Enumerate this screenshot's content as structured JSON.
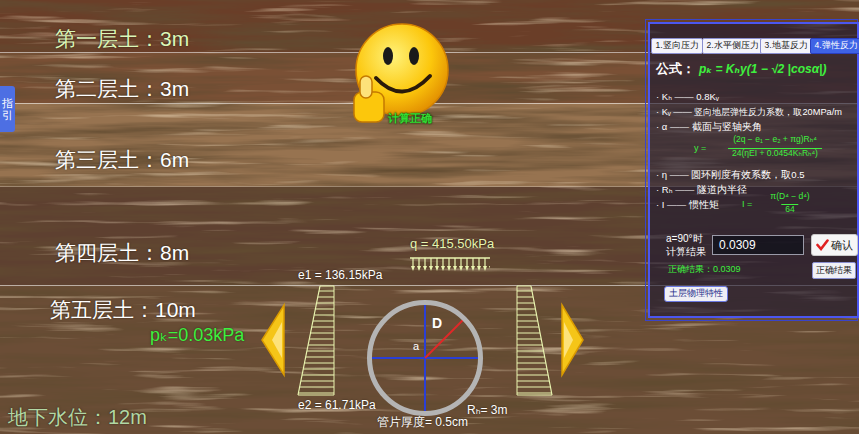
{
  "diagram": {
    "nodes": [
      {
        "text": [
          "指引"
        ]
      },
      {
        "text": [
          "计算正确"
        ]
      },
      {
        "text": [
          "公式：",
          "pₖ = Kₕy(1 − √2 |cosα|)",
          "· Kₕ —— 0.8Kᵥ",
          "· Kᵥ —— 竖向地层弹性反力系数，取20MPa/m",
          "· α —— 截面与竖轴夹角",
          "y =",
          "(2q − e₁ − e₂ + πg)Rₕ⁴",
          "24(ηEI + 0.0454KₕRₕ⁴)",
          "· η —— 圆环刚度有效系数，取0.5",
          "· Rₕ —— 隧道内半径",
          "· I —— 惯性矩",
          "I =",
          "π(D⁴ − d⁴)",
          "64",
          "a=90°时 计算结果",
          "正确结果：0.0309"
        ]
      },
      {
        "text": [
          "1.竖向压力"
        ],
        "in": 2
      },
      {
        "text": [
          "2.水平侧压力"
        ],
        "in": 2
      },
      {
        "text": [
          "3.地基反力"
        ],
        "in": 2
      },
      {
        "text": [
          "4.弹性反力"
        ],
        "in": 2
      },
      {
        "text": [
          "0.0309"
        ],
        "in": 2
      },
      {
        "text": [
          "确认"
        ],
        "in": 2
      },
      {
        "text": [
          "正确结果"
        ],
        "in": 2
      },
      {
        "text": [
          "土层物理特性"
        ],
        "in": 2
      },
      {
        "text": [
          "D",
          "a"
        ]
      }
    ],
    "labels": [
      "第一层土：3m",
      "第二层土：3m",
      "第三层土：6m",
      "第四层土：8m",
      "第五层土：10m",
      "地下水位：12m",
      "q = 415.50kPa",
      "e1 = 136.15kPa",
      "e2 = 61.71kPa",
      "pₖ=0.03kPa",
      "Rₕ= 3m",
      "管片厚度= 0.5cm"
    ]
  }
}
